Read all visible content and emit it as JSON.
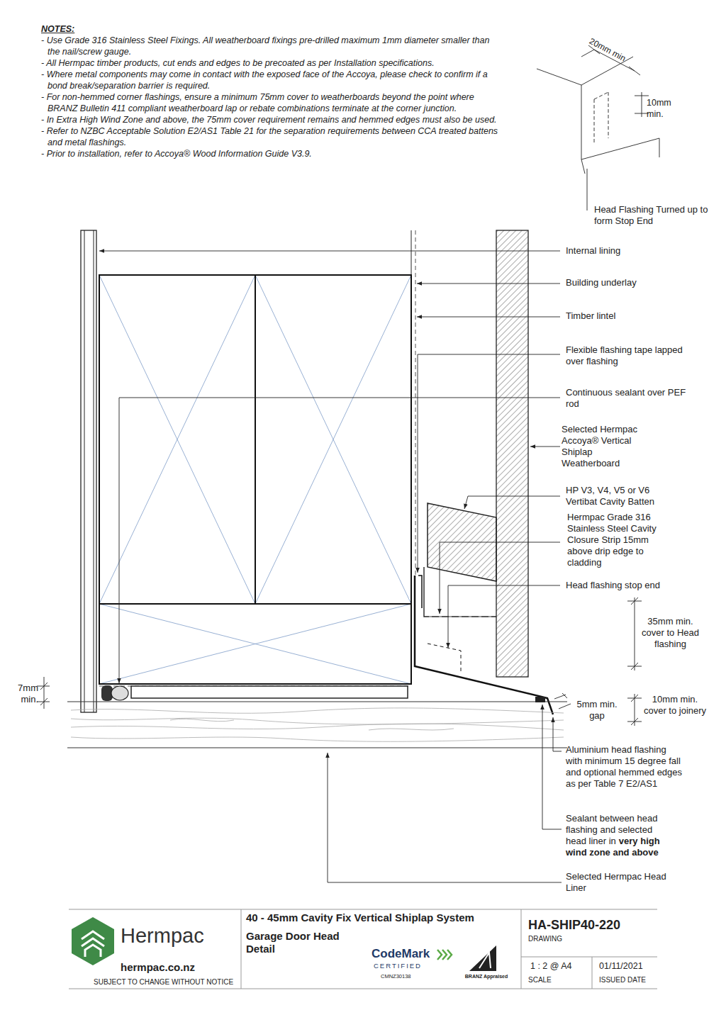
{
  "diagram": {
    "labels": [
      "NOTES:",
      "- Use Grade 316 Stainless Steel Fixings. All weatherboard fixings pre-drilled maximum 1mm diameter smaller than the nail/screw gauge.",
      "- All Hermpac timber products, cut ends and edges to be precoated as per Installation specifications.",
      "- Where metal components may come in contact with the exposed face of the Accoya, please check to confirm if a bond break/separation barrier is required.",
      "- For non-hemmed corner flashings, ensure a minimum 75mm cover to weatherboards beyond the point where BRANZ Bulletin 411 compliant weatherboard lap or rebate combinations terminate at the corner junction.",
      "- In Extra High Wind Zone and above, the 75mm cover requirement remains and hemmed edges must also be used.",
      "- Refer to NZBC Acceptable Solution E2/AS1 Table 21 for the separation requirements between CCA treated battens and metal flashings.",
      "- Prior to installation, refer to Accoya® Wood Information Guide V3.9.",
      "20mm min",
      "10mm min.",
      "Head Flashing Turned up to form Stop End",
      "Internal lining",
      "Building underlay",
      "Timber lintel",
      "Flexible flashing tape lapped over flashing",
      "Continuous sealant over PEF rod",
      "Selected Hermpac Accoya® Vertical Shiplap Weatherboard",
      "HP V3, V4, V5 or V6 Vertibat Cavity Batten",
      "Hermpac Grade 316 Stainless Steel Cavity Closure Strip 15mm above drip edge to cladding",
      "Head flashing stop end",
      "35mm min. cover to Head flashing",
      "7mm min.",
      "5mm min. gap",
      "10mm min. cover to joinery",
      "Aluminium head flashing with minimum 15 degree fall and optional hemmed edges as per Table 7 E2/AS1",
      "Sealant between head flashing and selected head liner in",
      "very high wind zone and above",
      "Selected Hermpac Head Liner",
      "Hermpac",
      "hermpac.co.nz",
      "SUBJECT TO CHANGE WITHOUT NOTICE",
      "40 - 45mm Cavity Fix Vertical Shiplap System",
      "Garage Door Head Detail",
      "CodeMark",
      "CERTIFIED",
      "CMNZ30138",
      "BRANZ Appraised",
      "HA-SHIP40-220",
      "DRAWING",
      "1 : 2 @ A4",
      "SCALE",
      "01/11/2021",
      "ISSUED DATE"
    ]
  }
}
